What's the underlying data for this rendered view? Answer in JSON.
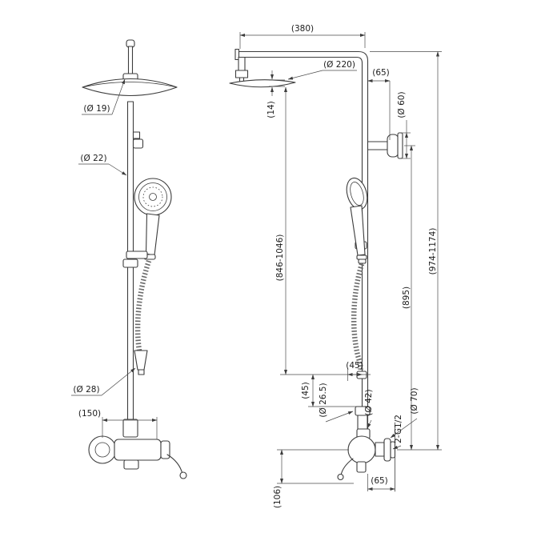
{
  "drawing": {
    "front": {
      "dia_rod": "(Ø 19)",
      "dia_pipe": "(Ø 22)",
      "dia_hose_cone": "(Ø 28)",
      "inlet_spacing": "(150)"
    },
    "side": {
      "top_arm_length": "(380)",
      "head_diameter": "(Ø 220)",
      "top_offset": "(65)",
      "knob_diameter": "(Ø 60)",
      "head_thickness": "(14)",
      "rail_height": "(846-1046)",
      "total_height": "(974-1174)",
      "pipe_height": "(895)",
      "hose_offset": "(45)",
      "fitting_drop": "(45)",
      "nut_diameter": "(Ø 26.5)",
      "connector_diameter": "(Ø 42)",
      "flange_diameter": "(Ø 70)",
      "thread_spec": "2-G1/2",
      "valve_drop": "(106)",
      "wall_offset": "(65)"
    }
  }
}
